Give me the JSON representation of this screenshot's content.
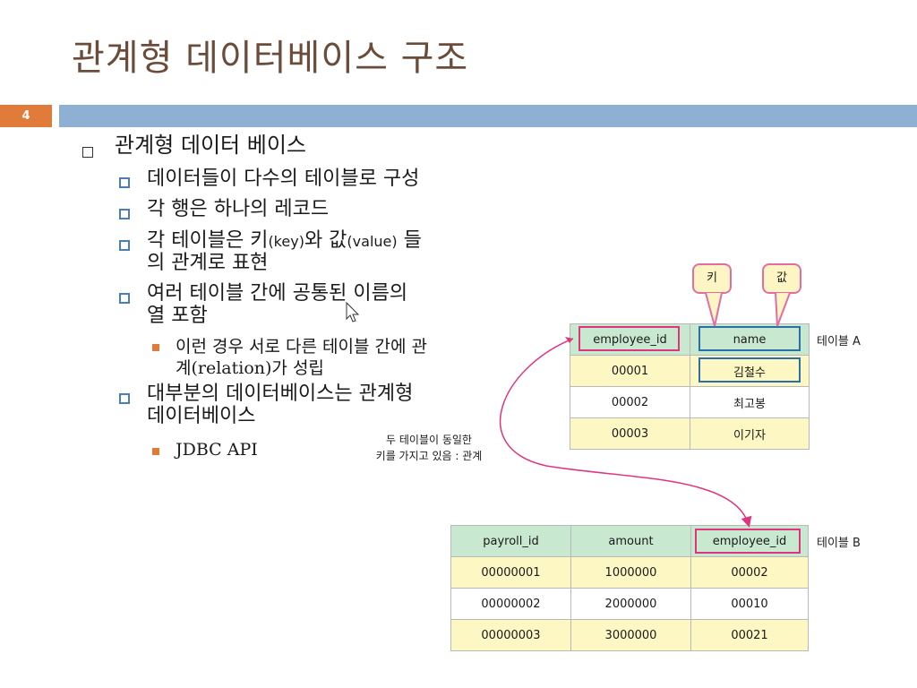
{
  "slide": {
    "title": "관계형 데이터베이스 구조",
    "number": "4"
  },
  "bullets": {
    "b1": "관계형 데이터 베이스",
    "b1_1": "데이터들이 다수의 테이블로 구성",
    "b1_2": "각 행은 하나의 레코드",
    "b1_3_a": "각 테이블은 키",
    "b1_3_b": "(key)",
    "b1_3_c": "와 값",
    "b1_3_d": "(value)",
    "b1_3_e": " 들",
    "b1_3_line2": "의 관계로 표현",
    "b1_4_line1": "여러 테이블 간에 공통된 이름의",
    "b1_4_line2": "열 포함",
    "b1_4_1_line1": "이런 경우 서로 다른 테이블 간에 관",
    "b1_4_1_line2": "계(relation)가 성립",
    "b1_5_line1": "대부분의 데이터베이스는 관계형",
    "b1_5_line2": "데이터베이스",
    "b1_5_1": "JDBC API"
  },
  "diagram": {
    "callout_key": "키",
    "callout_value": "값",
    "note_line1": "두 테이블이 동일한",
    "note_line2": "키를 가지고 있음 : 관계",
    "table_a": {
      "label": "테이블 A",
      "headers": [
        "employee_id",
        "name"
      ],
      "rows": [
        [
          "00001",
          "김철수"
        ],
        [
          "00002",
          "최고봉"
        ],
        [
          "00003",
          "이기자"
        ]
      ]
    },
    "table_b": {
      "label": "테이블 B",
      "headers": [
        "payroll_id",
        "amount",
        "employee_id"
      ],
      "rows": [
        [
          "00000001",
          "1000000",
          "00002"
        ],
        [
          "00000002",
          "2000000",
          "00010"
        ],
        [
          "00000003",
          "3000000",
          "00021"
        ]
      ]
    }
  },
  "icons": {
    "cursor": "mouse-pointer-icon"
  }
}
